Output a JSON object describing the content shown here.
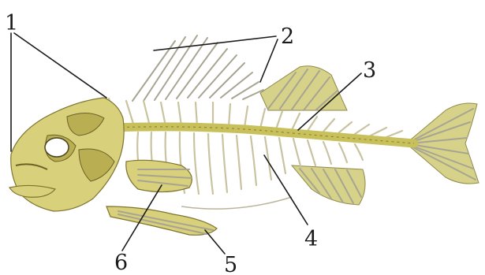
{
  "labels": {
    "label_1": "1",
    "label_2": "2",
    "label_3": "3",
    "label_4": "4",
    "label_5": "5",
    "label_6": "6"
  },
  "colors": {
    "bone": "#d8d07a",
    "rib": "#c9c3a0",
    "background": "#ffffff"
  }
}
